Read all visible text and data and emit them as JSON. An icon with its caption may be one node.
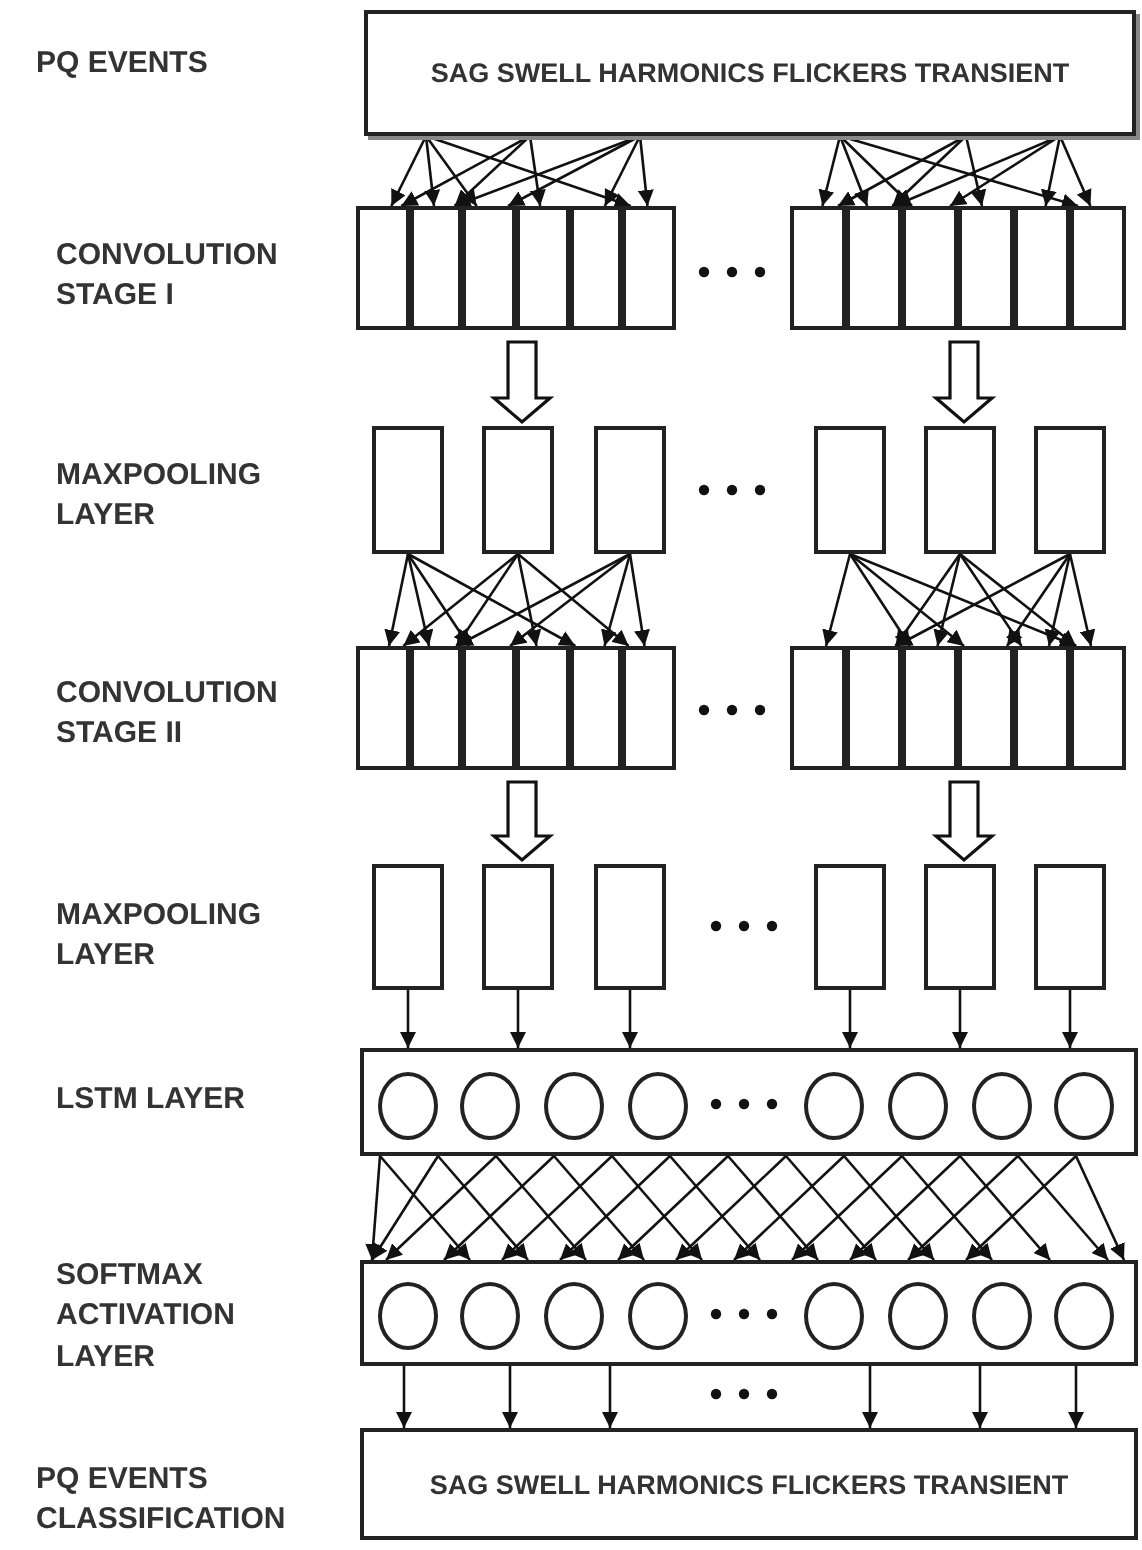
{
  "diagram": {
    "nodes": [
      {
        "text": [
          "SAG SWELL HARMONICS FLICKERS TRANSIENT"
        ]
      },
      {
        "text": [],
        "shape": "box"
      },
      {
        "text": [],
        "shape": "box"
      },
      {
        "text": [],
        "shape": "box"
      },
      {
        "text": [],
        "shape": "box"
      },
      {
        "text": [],
        "shape": "box"
      },
      {
        "text": [],
        "shape": "box"
      },
      {
        "text": [],
        "shape": "box"
      },
      {
        "text": [],
        "shape": "box"
      },
      {
        "text": [],
        "shape": "box"
      },
      {
        "text": [],
        "shape": "box"
      },
      {
        "text": [],
        "shape": "box"
      },
      {
        "text": [],
        "shape": "box"
      },
      {
        "text": [],
        "shape": "box"
      },
      {
        "text": [],
        "shape": "box"
      },
      {
        "text": [],
        "shape": "box"
      },
      {
        "text": [],
        "shape": "box"
      },
      {
        "text": [],
        "shape": "box"
      },
      {
        "text": [],
        "shape": "box"
      },
      {
        "text": [],
        "shape": "box"
      },
      {
        "text": [],
        "shape": "box"
      },
      {
        "text": [],
        "shape": "box"
      },
      {
        "text": [],
        "shape": "box"
      },
      {
        "text": [],
        "shape": "box"
      },
      {
        "text": [],
        "shape": "box"
      },
      {
        "text": [],
        "shape": "box"
      },
      {
        "text": [],
        "shape": "box"
      },
      {
        "text": [],
        "shape": "box"
      },
      {
        "text": [],
        "shape": "box"
      },
      {
        "text": [],
        "shape": "box"
      },
      {
        "text": [],
        "shape": "box"
      },
      {
        "text": [],
        "shape": "box"
      },
      {
        "text": [],
        "shape": "box"
      },
      {
        "text": [],
        "shape": "box"
      },
      {
        "text": [],
        "shape": "box"
      },
      {
        "text": [],
        "shape": "box"
      },
      {
        "text": [],
        "shape": "box"
      },
      {
        "text": [],
        "shape": "box"
      },
      {
        "text": [],
        "shape": "circle",
        "in": 37
      },
      {
        "text": [],
        "shape": "circle",
        "in": 37
      },
      {
        "text": [],
        "shape": "circle",
        "in": 37
      },
      {
        "text": [],
        "shape": "circle",
        "in": 37
      },
      {
        "text": [],
        "shape": "circle",
        "in": 37
      },
      {
        "text": [],
        "shape": "circle",
        "in": 37
      },
      {
        "text": [],
        "shape": "circle",
        "in": 37
      },
      {
        "text": [],
        "shape": "circle",
        "in": 37
      },
      {
        "text": [],
        "shape": "box"
      },
      {
        "text": [],
        "shape": "circle",
        "in": 46
      },
      {
        "text": [],
        "shape": "circle",
        "in": 46
      },
      {
        "text": [],
        "shape": "circle",
        "in": 46
      },
      {
        "text": [],
        "shape": "circle",
        "in": 46
      },
      {
        "text": [],
        "shape": "circle",
        "in": 46
      },
      {
        "text": [],
        "shape": "circle",
        "in": 46
      },
      {
        "text": [],
        "shape": "circle",
        "in": 46
      },
      {
        "text": [],
        "shape": "circle",
        "in": 46
      },
      {
        "text": [
          "SAG SWELL HARMONICS FLICKERS TRANSIENT"
        ]
      }
    ],
    "edges": [
      {
        "from": 0,
        "to": 1,
        "arrow": "to"
      },
      {
        "from": 0,
        "to": 2,
        "arrow": "to"
      },
      {
        "from": 0,
        "to": 3,
        "arrow": "to"
      },
      {
        "from": 0,
        "to": 6,
        "arrow": "to"
      },
      {
        "from": 0,
        "to": 1,
        "arrow": "to"
      },
      {
        "from": 0,
        "to": 2,
        "arrow": "to"
      },
      {
        "from": 0,
        "to": 4,
        "arrow": "to"
      },
      {
        "from": 0,
        "to": 2,
        "arrow": "to"
      },
      {
        "from": 0,
        "to": 3,
        "arrow": "to"
      },
      {
        "from": 0,
        "to": 5,
        "arrow": "to"
      },
      {
        "from": 0,
        "to": 6,
        "arrow": "to"
      },
      {
        "from": 0,
        "to": 7,
        "arrow": "to"
      },
      {
        "from": 0,
        "to": 8,
        "arrow": "to"
      },
      {
        "from": 0,
        "to": 9,
        "arrow": "to"
      },
      {
        "from": 0,
        "to": 12,
        "arrow": "to"
      },
      {
        "from": 0,
        "to": 7,
        "arrow": "to"
      },
      {
        "from": 0,
        "to": 8,
        "arrow": "to"
      },
      {
        "from": 0,
        "to": 10,
        "arrow": "to"
      },
      {
        "from": 0,
        "to": 8,
        "arrow": "to"
      },
      {
        "from": 0,
        "to": 9,
        "arrow": "to"
      },
      {
        "from": 0,
        "to": 11,
        "arrow": "to"
      },
      {
        "from": 0,
        "to": 12,
        "arrow": "to"
      },
      {
        "from": 4,
        "to": 14,
        "arrow": "to",
        "style": "thick"
      },
      {
        "from": 10,
        "to": 17,
        "arrow": "to",
        "style": "thick"
      },
      {
        "from": 13,
        "to": 19,
        "arrow": "to"
      },
      {
        "from": 13,
        "to": 20,
        "arrow": "to"
      },
      {
        "from": 13,
        "to": 21,
        "arrow": "to"
      },
      {
        "from": 13,
        "to": 23,
        "arrow": "to"
      },
      {
        "from": 14,
        "to": 19,
        "arrow": "to"
      },
      {
        "from": 14,
        "to": 20,
        "arrow": "to"
      },
      {
        "from": 14,
        "to": 22,
        "arrow": "to"
      },
      {
        "from": 14,
        "to": 24,
        "arrow": "to"
      },
      {
        "from": 15,
        "to": 20,
        "arrow": "to"
      },
      {
        "from": 15,
        "to": 21,
        "arrow": "to"
      },
      {
        "from": 15,
        "to": 23,
        "arrow": "to"
      },
      {
        "from": 15,
        "to": 24,
        "arrow": "to"
      },
      {
        "from": 16,
        "to": 25,
        "arrow": "to"
      },
      {
        "from": 16,
        "to": 27,
        "arrow": "to"
      },
      {
        "from": 16,
        "to": 28,
        "arrow": "to"
      },
      {
        "from": 16,
        "to": 30,
        "arrow": "to"
      },
      {
        "from": 17,
        "to": 26,
        "arrow": "to"
      },
      {
        "from": 17,
        "to": 27,
        "arrow": "to"
      },
      {
        "from": 17,
        "to": 29,
        "arrow": "to"
      },
      {
        "from": 17,
        "to": 30,
        "arrow": "to"
      },
      {
        "from": 18,
        "to": 26,
        "arrow": "to"
      },
      {
        "from": 18,
        "to": 28,
        "arrow": "to"
      },
      {
        "from": 18,
        "to": 29,
        "arrow": "to"
      },
      {
        "from": 18,
        "to": 30,
        "arrow": "to"
      },
      {
        "from": 22,
        "to": 32,
        "arrow": "to",
        "style": "thick"
      },
      {
        "from": 28,
        "to": 35,
        "arrow": "to",
        "style": "thick"
      },
      {
        "from": 31,
        "to": 37,
        "arrow": "to"
      },
      {
        "from": 32,
        "to": 37,
        "arrow": "to"
      },
      {
        "from": 33,
        "to": 37,
        "arrow": "to"
      },
      {
        "from": 34,
        "to": 37,
        "arrow": "to"
      },
      {
        "from": 35,
        "to": 37,
        "arrow": "to"
      },
      {
        "from": 36,
        "to": 37,
        "arrow": "to"
      },
      {
        "from": 37,
        "to": 46,
        "arrow": "to"
      },
      {
        "from": 37,
        "to": 46,
        "arrow": "to"
      },
      {
        "from": 37,
        "to": 46,
        "arrow": "to"
      },
      {
        "from": 37,
        "to": 46,
        "arrow": "to"
      },
      {
        "from": 37,
        "to": 46,
        "arrow": "to"
      },
      {
        "from": 37,
        "to": 46,
        "arrow": "to"
      },
      {
        "from": 37,
        "to": 46,
        "arrow": "to"
      },
      {
        "from": 37,
        "to": 46,
        "arrow": "to"
      },
      {
        "from": 37,
        "to": 46,
        "arrow": "to"
      },
      {
        "from": 37,
        "to": 46,
        "arrow": "to"
      },
      {
        "from": 37,
        "to": 46,
        "arrow": "to"
      },
      {
        "from": 37,
        "to": 46,
        "arrow": "to"
      },
      {
        "from": 37,
        "to": 46,
        "arrow": "to"
      },
      {
        "from": 37,
        "to": 46,
        "arrow": "to"
      },
      {
        "from": 37,
        "to": 46,
        "arrow": "to"
      },
      {
        "from": 37,
        "to": 46,
        "arrow": "to"
      },
      {
        "from": 37,
        "to": 46,
        "arrow": "to"
      },
      {
        "from": 37,
        "to": 46,
        "arrow": "to"
      },
      {
        "from": 37,
        "to": 46,
        "arrow": "to"
      },
      {
        "from": 37,
        "to": 46,
        "arrow": "to"
      },
      {
        "from": 37,
        "to": 46,
        "arrow": "to"
      },
      {
        "from": 37,
        "to": 46,
        "arrow": "to"
      },
      {
        "from": 37,
        "to": 46,
        "arrow": "to"
      },
      {
        "from": 37,
        "to": 46,
        "arrow": "to"
      },
      {
        "from": 37,
        "to": 46,
        "arrow": "to"
      },
      {
        "from": 37,
        "to": 46,
        "arrow": "to"
      },
      {
        "from": 46,
        "to": 55,
        "arrow": "to"
      },
      {
        "from": 46,
        "to": 55,
        "arrow": "to"
      },
      {
        "from": 46,
        "to": 55,
        "arrow": "to"
      },
      {
        "from": 46,
        "to": 55,
        "arrow": "to"
      },
      {
        "from": 46,
        "to": 55,
        "arrow": "to"
      },
      {
        "from": 46,
        "to": 55,
        "arrow": "to"
      }
    ],
    "labels": [
      "PQ EVENTS",
      "CONVOLUTION STAGE I",
      "MAXPOOLING LAYER",
      "CONVOLUTION STAGE II",
      "MAXPOOLING LAYER",
      "LSTM LAYER",
      "SOFTMAX ACTIVATION LAYER",
      "PQ EVENTS CLASSIFICATION"
    ]
  }
}
